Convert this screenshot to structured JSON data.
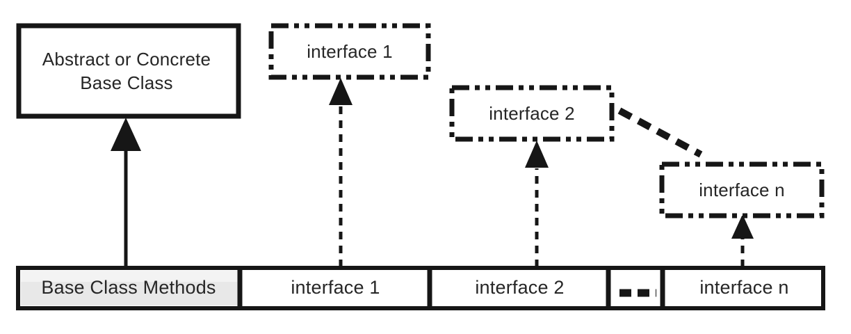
{
  "diagram": {
    "base_class": {
      "label": "Abstract or Concrete Base Class"
    },
    "interfaces": [
      {
        "label": "interface 1"
      },
      {
        "label": "interface 2"
      },
      {
        "label": "interface n"
      }
    ],
    "bar": {
      "segments": [
        {
          "label": "Base Class Methods",
          "shaded": true
        },
        {
          "label": "interface 1",
          "shaded": false
        },
        {
          "label": "interface 2",
          "shaded": false
        },
        {
          "label": "",
          "ellipsis": true
        },
        {
          "label": "interface n",
          "shaded": false
        }
      ]
    },
    "colors": {
      "line": "#161616",
      "text": "#262626",
      "shaded_segment": "#e8e8e8",
      "background": "#ffffff"
    }
  }
}
